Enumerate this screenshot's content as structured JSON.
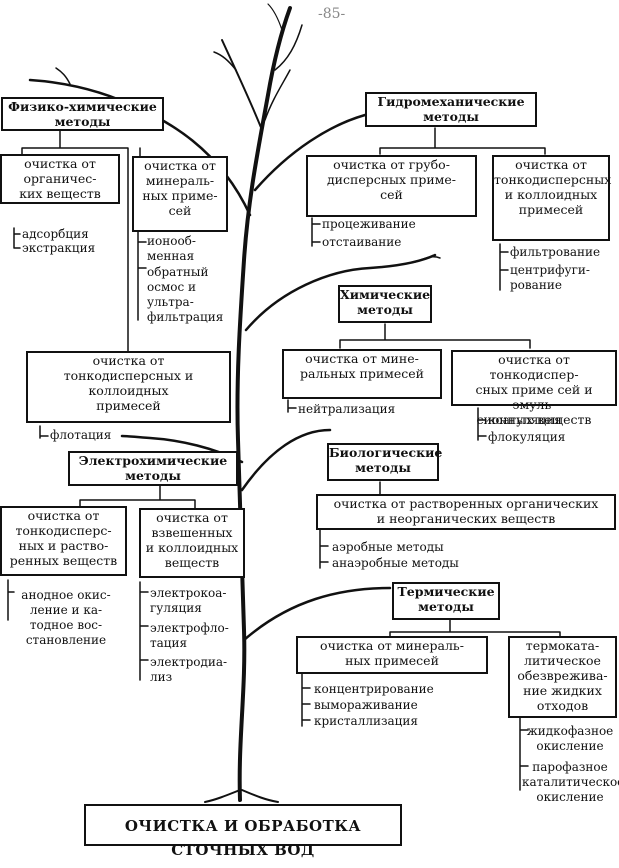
{
  "colors": {
    "ink": "#111111",
    "paper": "#ffffff"
  },
  "corner_mark": "-85-",
  "root": "ОЧИСТКА И ОБРАБОТКА СТОЧНЫХ ВОД",
  "physchem": {
    "title": "Физико-химические\nметоды",
    "organic": {
      "title": "очистка от\nорганичес-\nких веществ",
      "items": [
        "адсорбция",
        "экстракция"
      ]
    },
    "mineral": {
      "title": "очистка от\nминераль-\nных приме-\nсей",
      "items": [
        "ионооб-\nменная",
        "обратный\nосмос и\nультра-\nфильтрация"
      ]
    },
    "colloid": {
      "title": "очистка от\nтонкодисперсных и\nколлоидных\nпримесей",
      "items": [
        "флотация"
      ]
    }
  },
  "hydromech": {
    "title": "Гидромеханические\nметоды",
    "coarse": {
      "title": "очистка от грубо-\nдисперсных приме-\nсей",
      "items": [
        "процеживание",
        "отстаивание"
      ]
    },
    "fine": {
      "title": "очистка от\nтонкодисперсных\nи коллоидных\nпримесей",
      "items": [
        "фильтрование",
        "центрифуги-\nрование"
      ]
    }
  },
  "chemical": {
    "title": "Химические\nметоды",
    "mineral": {
      "title": "очистка от мине-\nральных примесей",
      "items": [
        "нейтрализация"
      ]
    },
    "emulsion": {
      "title": "очистка от тонкодиспер-\nсных приме сей и эмуль-\nсионных веществ",
      "items": [
        "коагуляция",
        "флокуляция"
      ]
    }
  },
  "electrochem": {
    "title": "Электрохимические\nметоды",
    "dissolved": {
      "title": "очистка от\nтонкодисперс-\nных и раство-\nренных веществ",
      "items": [
        "анодное окис-\nление и ка-\nтодное вос-\nстановление"
      ]
    },
    "suspended": {
      "title": "очистка от\nвзвешенных\nи коллоидных\nвеществ",
      "items": [
        "электрокоа-\nгуляция",
        "электрофло-\nтация",
        "электродиа-\nлиз"
      ]
    }
  },
  "biological": {
    "title": "Биологические\nметоды",
    "dissolved": {
      "title": "очистка от растворенных органических\nи неорганических веществ",
      "items": [
        "аэробные методы",
        "анаэробные методы"
      ]
    }
  },
  "thermal": {
    "title": "Термические\nметоды",
    "mineral": {
      "title": "очистка от минераль-\nных примесей",
      "items": [
        "концентрирование",
        "вымораживание",
        "кристаллизация"
      ]
    },
    "catalytic": {
      "title": "термоката-\nлитическое\nобезврежива-\nние жидких\nотходов",
      "items": [
        "жидкофазное\nокисление",
        "парофазное\nкаталитическое\nокисление"
      ]
    }
  }
}
